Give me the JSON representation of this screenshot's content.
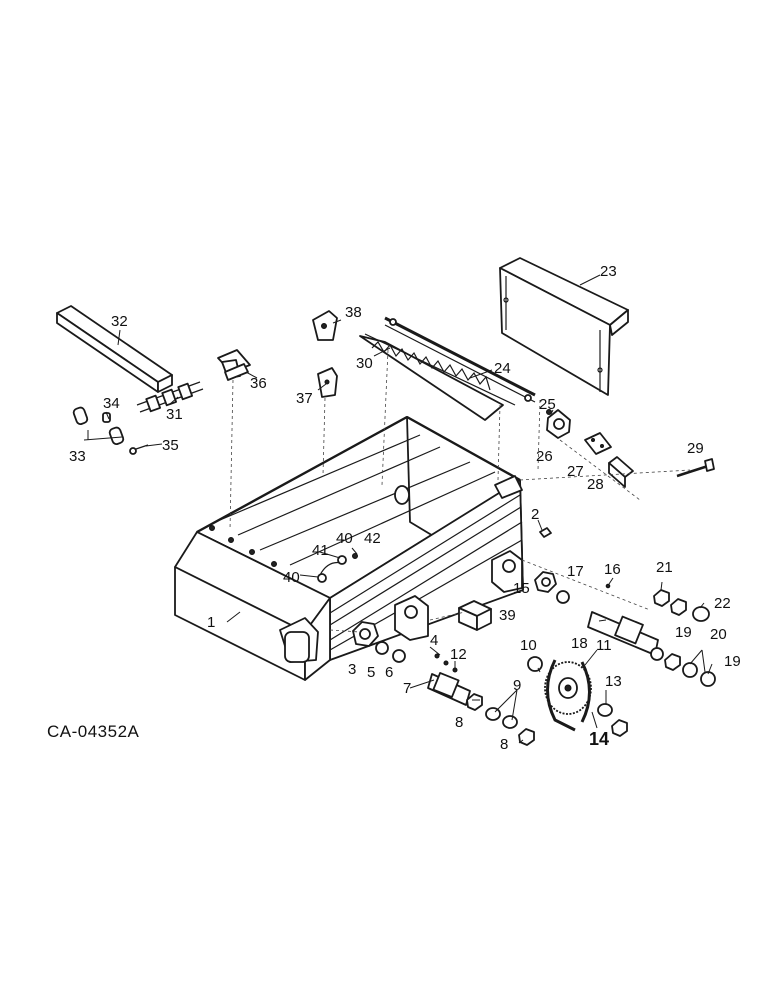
{
  "drawing": {
    "id_label": "CA-04352A",
    "callouts": {
      "c1": "1",
      "c2": "2",
      "c3": "3",
      "c4": "4",
      "c5": "5",
      "c6": "6",
      "c7": "7",
      "c8a": "8",
      "c8b": "8",
      "c9": "9",
      "c10": "10",
      "c11": "11",
      "c12": "12",
      "c13": "13",
      "c14": "14",
      "c15": "15",
      "c16": "16",
      "c17": "17",
      "c18": "18",
      "c19a": "19",
      "c19b": "19",
      "c20": "20",
      "c21": "21",
      "c22": "22",
      "c23": "23",
      "c24": "24",
      "c25": "25",
      "c26": "26",
      "c27": "27",
      "c28": "28",
      "c29": "29",
      "c30": "30",
      "c31": "31",
      "c32": "32",
      "c33": "33",
      "c34": "34",
      "c35": "35",
      "c36": "36",
      "c37": "37",
      "c38": "38",
      "c39": "39",
      "c40a": "40",
      "c40b": "40",
      "c41": "41",
      "c42": "42"
    }
  }
}
